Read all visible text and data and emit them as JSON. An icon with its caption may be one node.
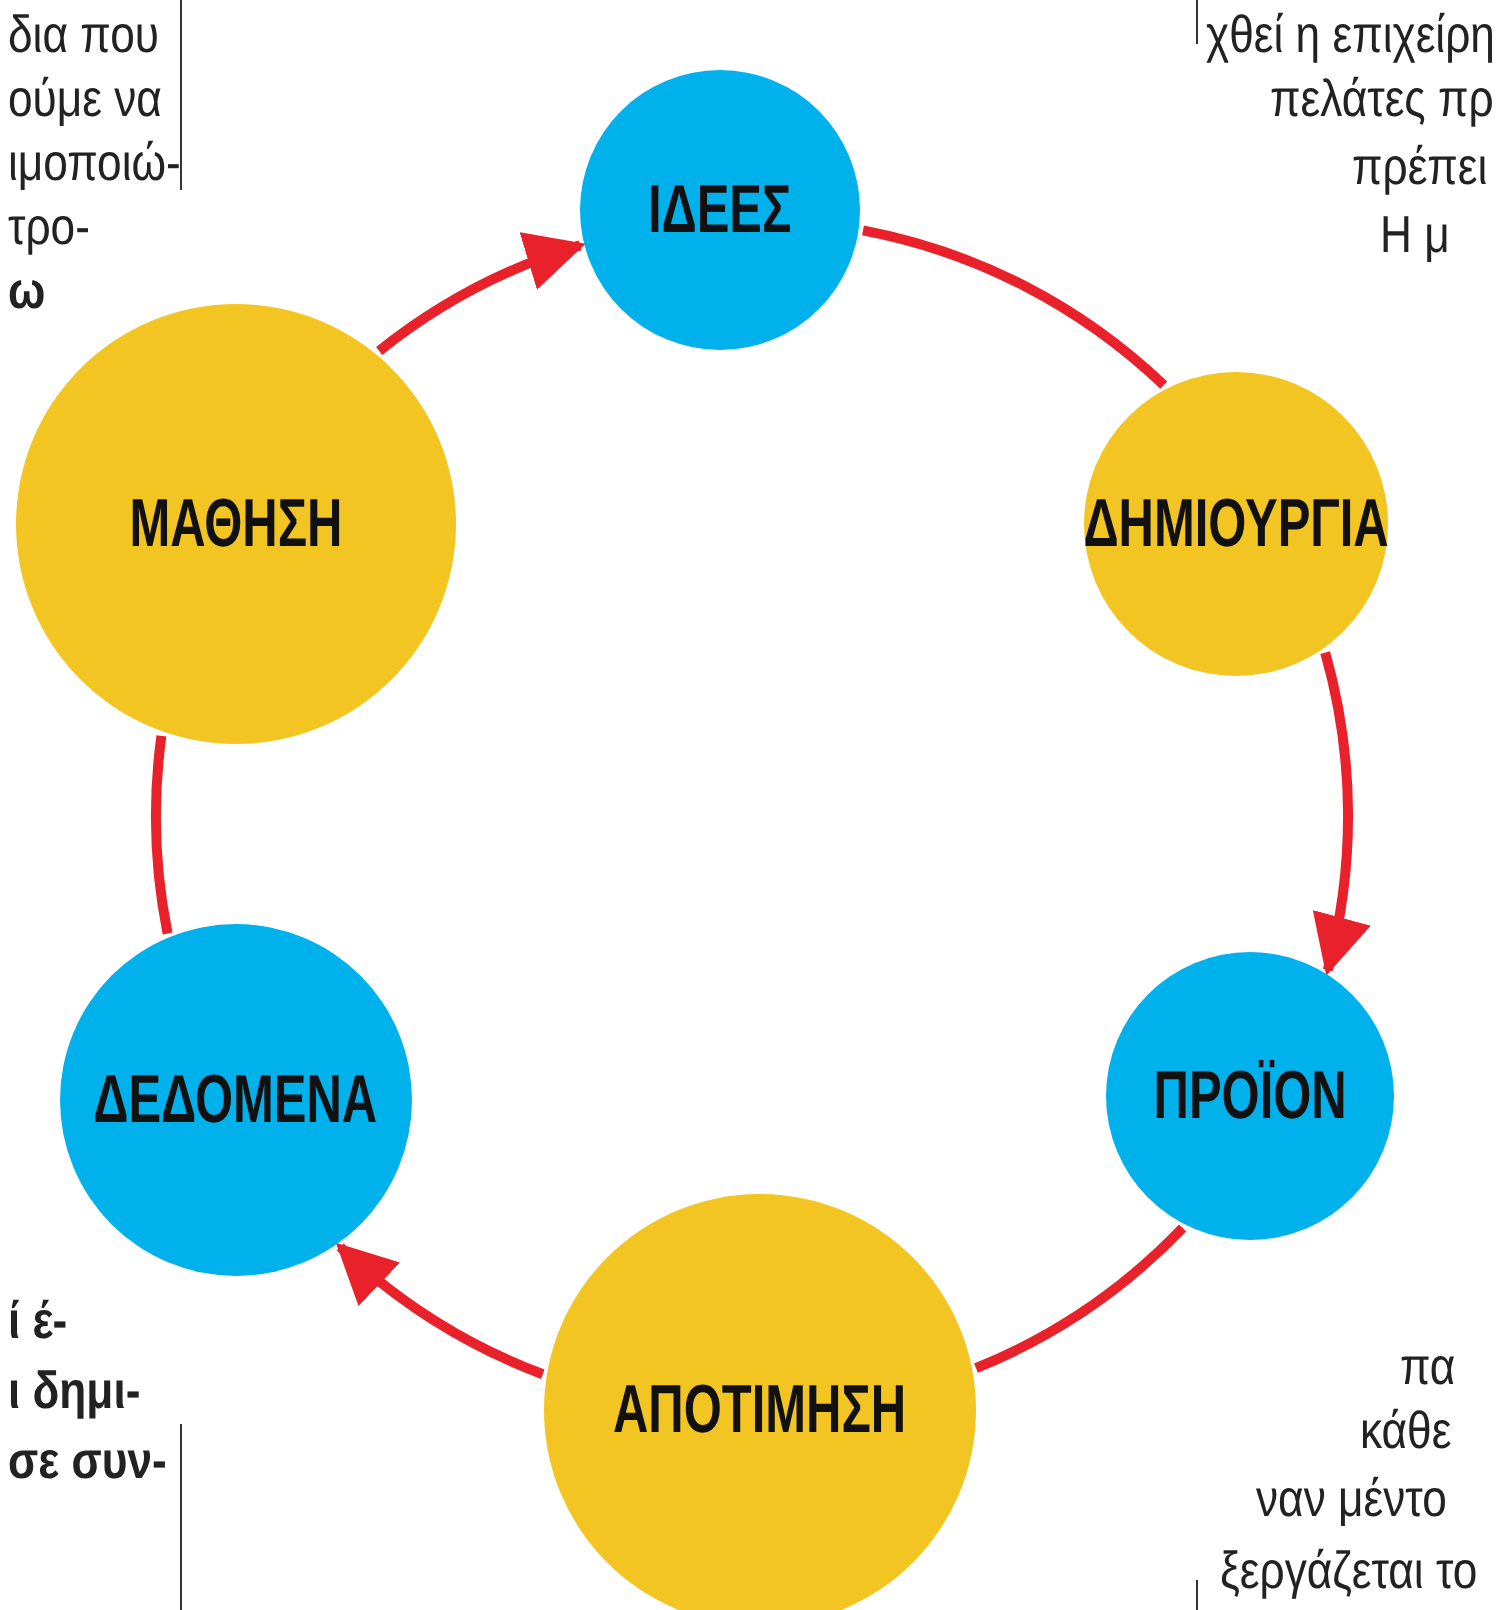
{
  "diagram": {
    "nodes": [
      {
        "text": [
          "ΙΔΕΕΣ"
        ]
      },
      {
        "text": [
          "ΔΗΜΙΟΥΡΓΙΑ"
        ]
      },
      {
        "text": [
          "ΠΡΟΪΟΝ"
        ]
      },
      {
        "text": [
          "ΑΠΟΤΙΜΗΣΗ"
        ]
      },
      {
        "text": [
          "ΔΕΔΟΜΕΝΑ"
        ]
      },
      {
        "text": [
          "ΜΑΘΗΣΗ"
        ]
      }
    ],
    "edges": [
      {
        "from": 5,
        "to": 0,
        "arrow": "to"
      },
      {
        "from": 0,
        "to": 1,
        "arrow": "none"
      },
      {
        "from": 1,
        "to": 2,
        "arrow": "to"
      },
      {
        "from": 2,
        "to": 3,
        "arrow": "none"
      },
      {
        "from": 3,
        "to": 4,
        "arrow": "to"
      },
      {
        "from": 4,
        "to": 5,
        "arrow": "none"
      }
    ],
    "labels": [
      "δια που",
      "ούμε να",
      "ιμοποιώ-",
      "τρο-",
      "ω",
      "χθεί η επιχείρη",
      "πελάτες πρ",
      "πρέπει",
      "Η μ",
      "ί έ-",
      "ι δημι-",
      "σε συν-",
      "πα",
      "κάθε",
      "ναν μέντο",
      "ξεργάζεται το"
    ]
  }
}
